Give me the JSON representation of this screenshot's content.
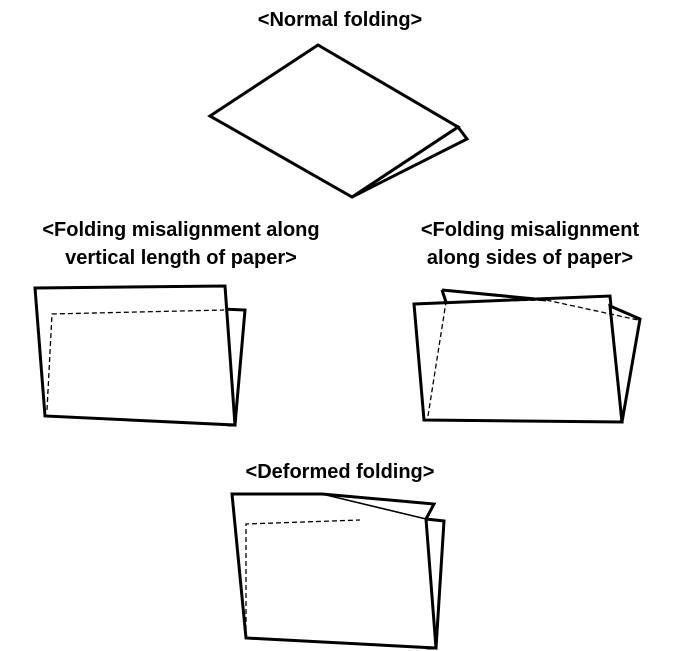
{
  "labels": {
    "normal": "<Normal folding>",
    "vertical_line1": "<Folding misalignment along",
    "vertical_line2": "vertical length of paper>",
    "sides_line1": "<Folding misalignment",
    "sides_line2": "along sides of paper>",
    "deformed": "<Deformed folding>"
  }
}
